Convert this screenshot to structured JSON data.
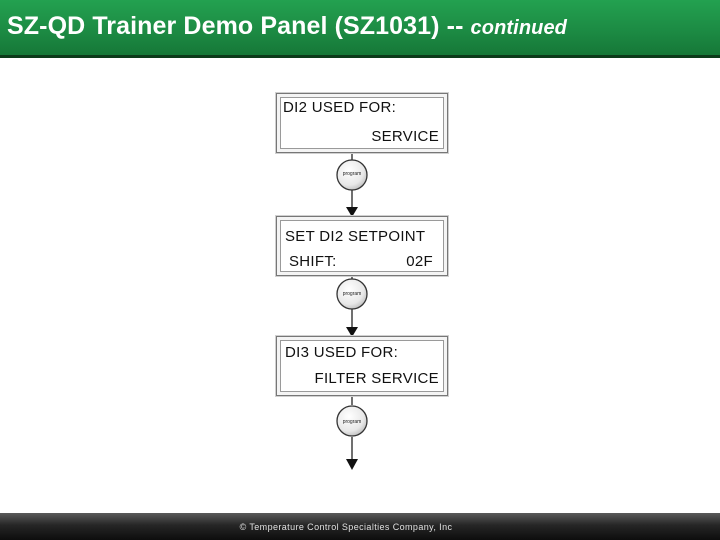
{
  "header": {
    "title_main": "SZ-QD Trainer Demo Panel (SZ1031) --",
    "title_sub": "continued"
  },
  "screens": [
    {
      "line1": "DI2 USED FOR:",
      "line2": "SERVICE"
    },
    {
      "line1": "SET DI2 SETPOINT",
      "line2_label": "SHIFT:",
      "line2_value": "02F"
    },
    {
      "line1": "DI3 USED FOR:",
      "line2": "FILTER SERVICE"
    }
  ],
  "buttons": [
    {
      "label": "program"
    },
    {
      "label": "program"
    },
    {
      "label": "program"
    }
  ],
  "footer": {
    "copyright": "© Temperature Control Specialties Company, Inc"
  }
}
